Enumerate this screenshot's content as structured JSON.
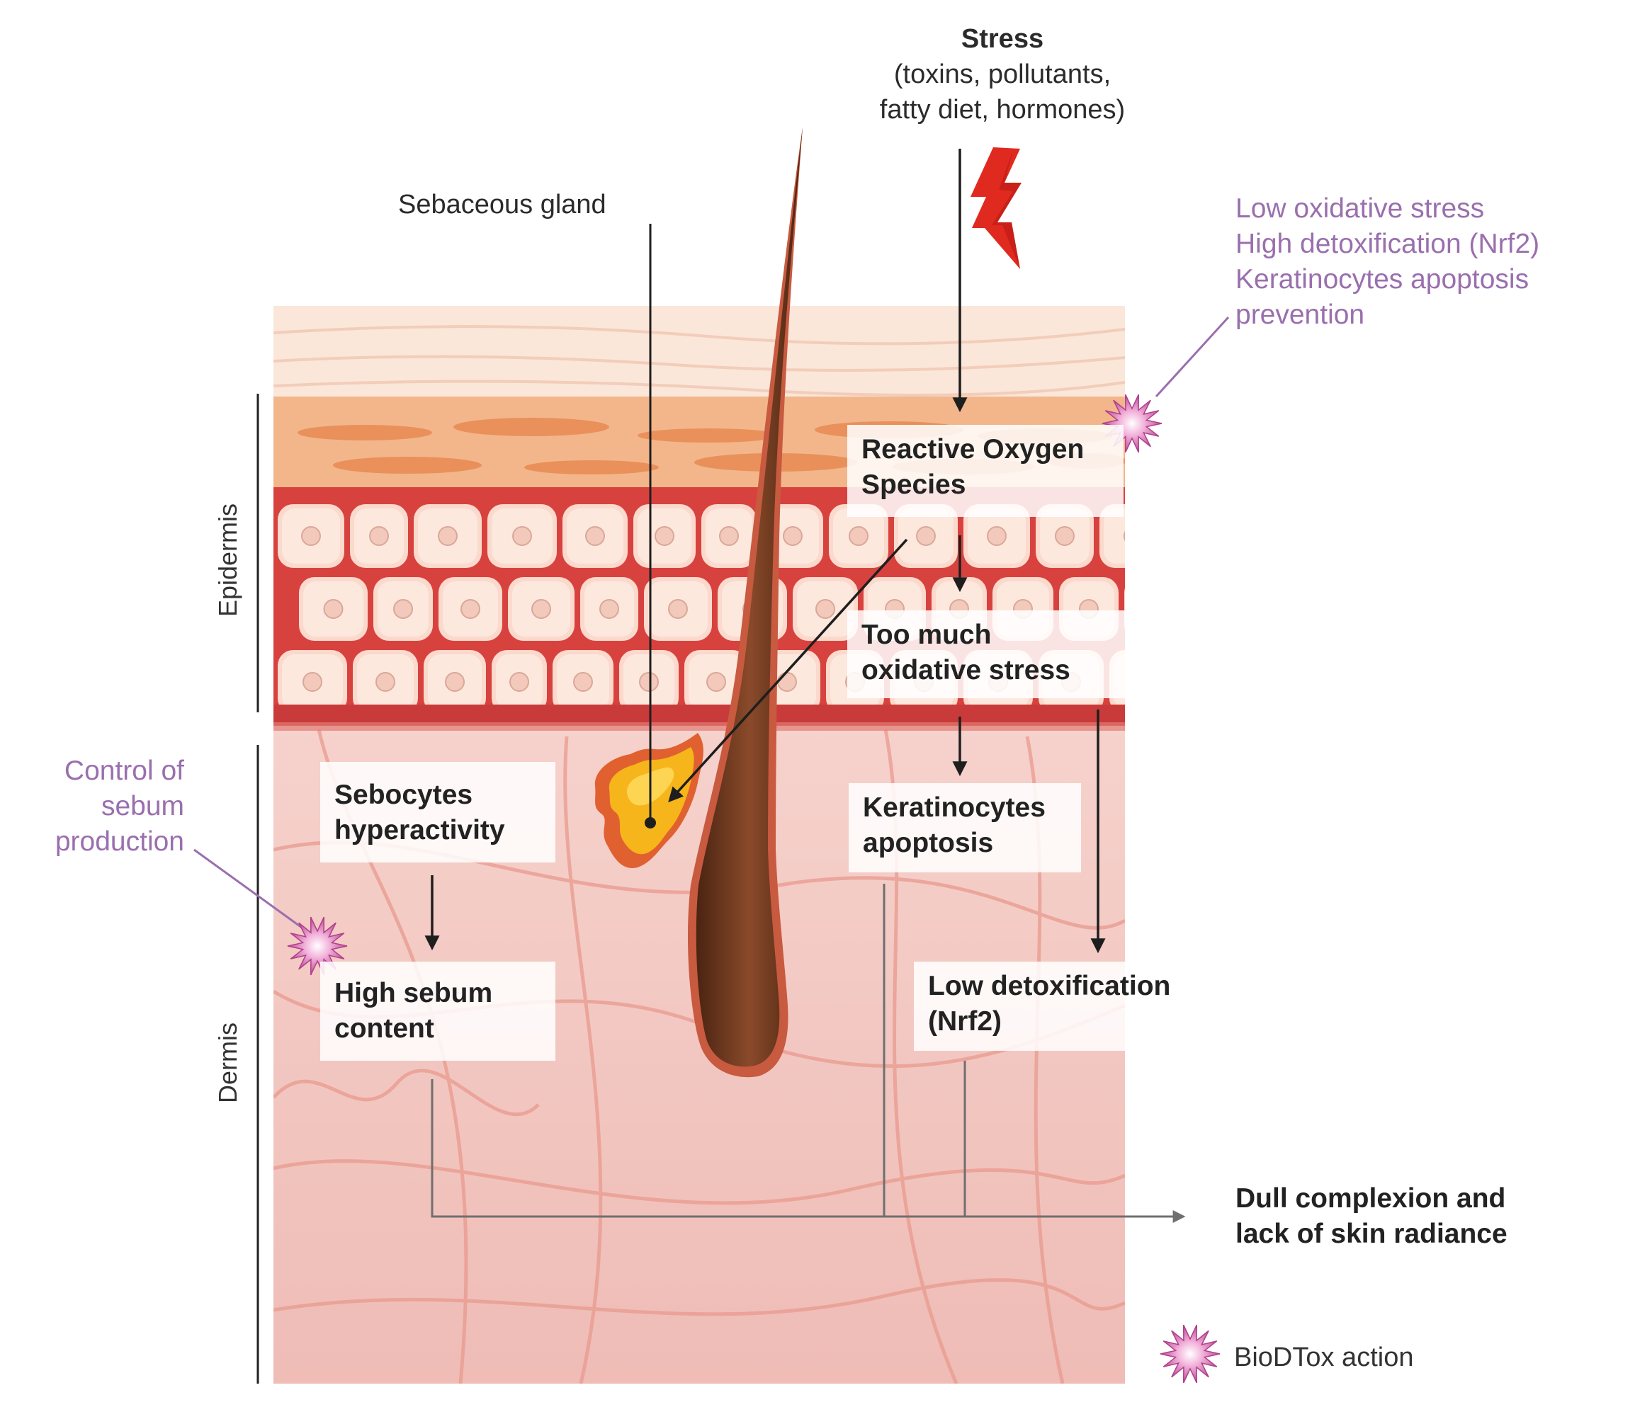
{
  "colors": {
    "accent_purple": "#9a6fae",
    "arrow_gray": "#6f6f6f",
    "hair_brown": "#6b3a22",
    "gland_yellow": "#f6b51a",
    "dermis_pink": "#f3c5c0",
    "lightning_red": "#e02a1f"
  },
  "labels": {
    "stress_title": "Stress",
    "stress_line1": "(toxins, pollutants,",
    "stress_line2": "fatty diet, hormones)",
    "sebaceous_gland": "Sebaceous gland",
    "epidermis": "Epidermis",
    "dermis": "Dermis"
  },
  "boxes": {
    "ros": [
      "Reactive Oxygen",
      "Species"
    ],
    "oxidative": [
      "Too much",
      "oxidative stress"
    ],
    "keratinocytes": [
      "Keratinocytes",
      "apoptosis"
    ],
    "low_detox": [
      "Low detoxification",
      "(Nrf2)"
    ],
    "sebocytes": [
      "Sebocytes",
      "hyperactivity"
    ],
    "high_sebum": [
      "High sebum",
      "content"
    ],
    "outcome": [
      "Dull complexion and",
      "lack of skin radiance"
    ]
  },
  "biodtox": {
    "top_right": [
      "Low oxidative stress",
      "High detoxification (Nrf2)",
      "Keratinocytes apoptosis",
      "prevention"
    ],
    "left": [
      "Control of",
      "sebum",
      "production"
    ],
    "legend": "BioDTox action"
  },
  "icons": [
    "lightning-icon",
    "biodtox-star-icon"
  ]
}
